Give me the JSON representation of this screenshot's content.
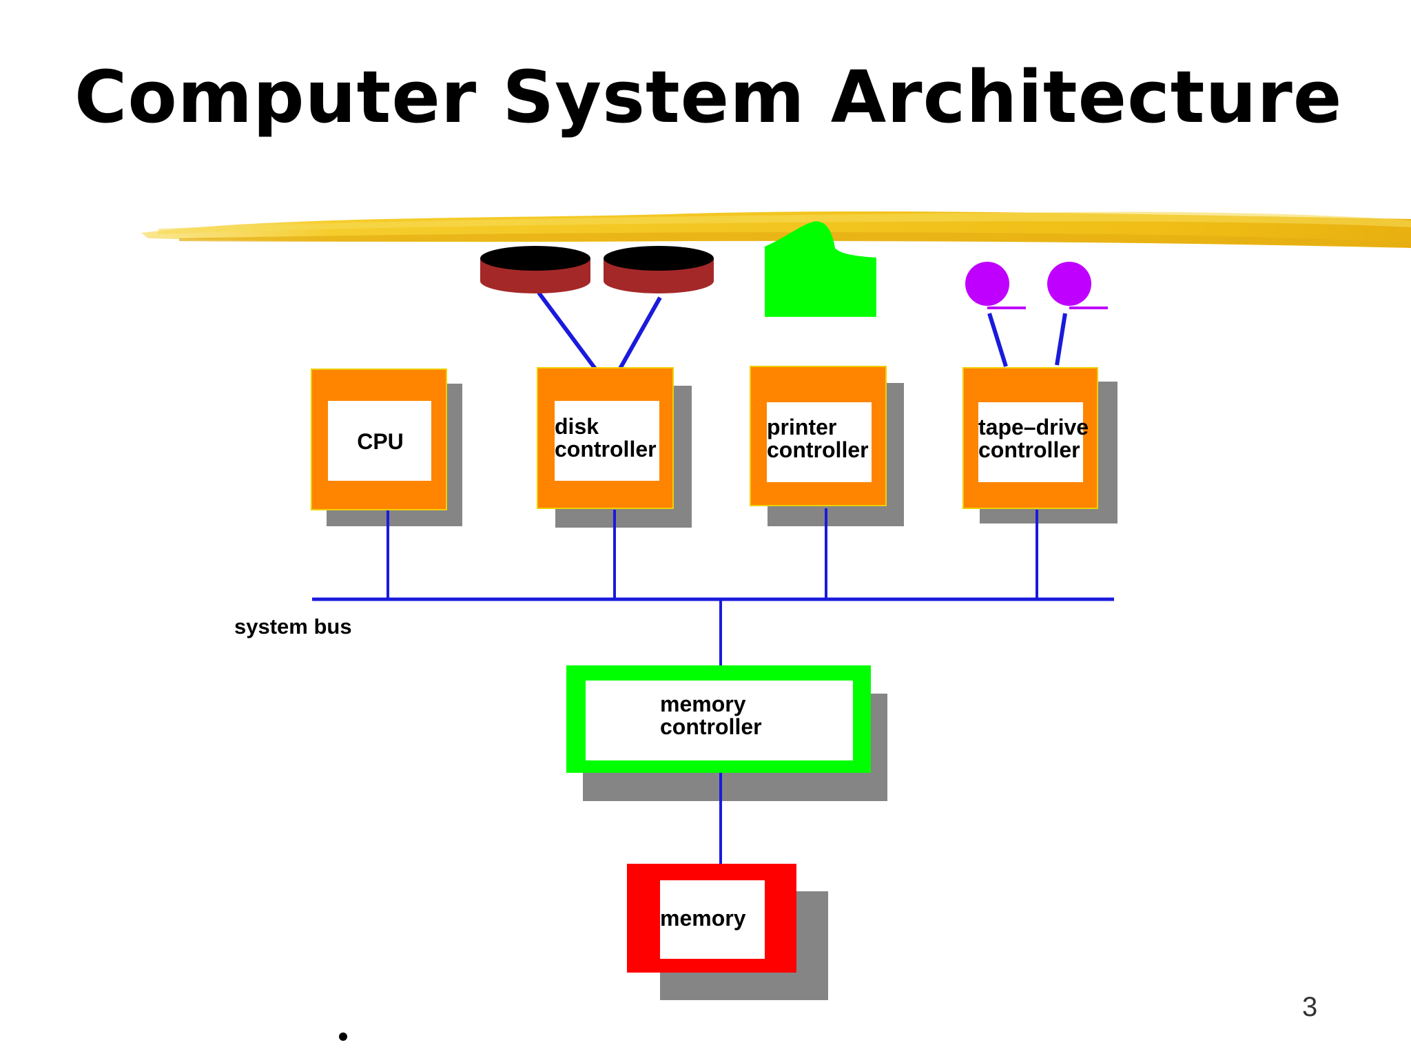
{
  "slide": {
    "title": "Computer System Architecture",
    "page_number": "3"
  },
  "colors": {
    "bus": "#1a1adc",
    "controller_fill": "#ff8400",
    "memory_controller_fill": "#00ff00",
    "memory_fill": "#ff0000",
    "shadow": "#858585",
    "disk_top": "#000000",
    "disk_side": "#a52828",
    "printer": "#00ff00",
    "tape": "#bf00ff",
    "highlight": "#f2c21a"
  },
  "diagram": {
    "bus_label": "system bus",
    "cpu": {
      "line1": "CPU"
    },
    "disk_controller": {
      "line1": "disk",
      "line2": "controller"
    },
    "printer_controller": {
      "line1": "printer",
      "line2": "controller"
    },
    "tape_controller": {
      "line1": "tape–drive",
      "line2": "controller"
    },
    "memory_controller": {
      "line1": "memory",
      "line2": "controller"
    },
    "memory": {
      "line1": "memory"
    },
    "devices": {
      "disks": [
        "disk-icon",
        "disk-icon"
      ],
      "printer": "printer-icon",
      "tapes": [
        "tape-reel-icon",
        "tape-reel-icon"
      ]
    }
  }
}
